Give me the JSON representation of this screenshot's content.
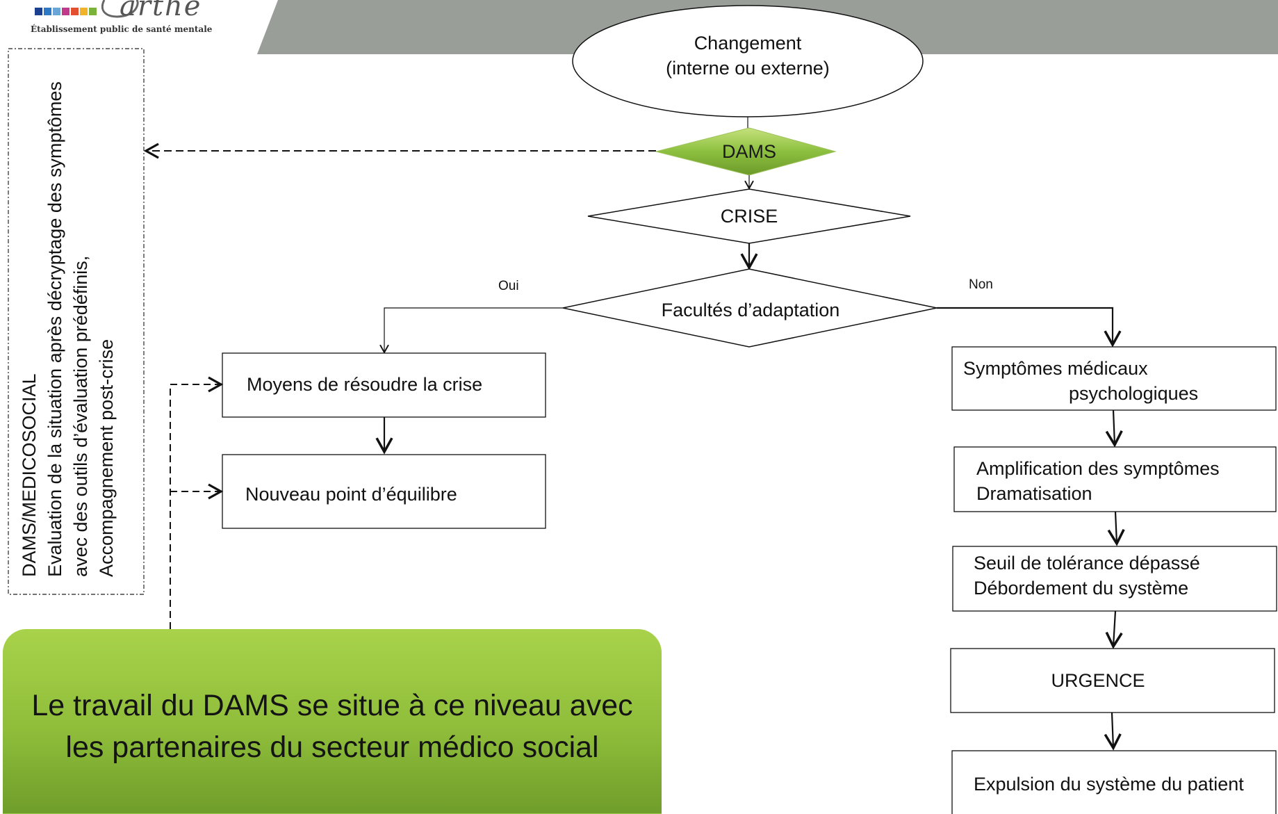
{
  "header": {
    "logo": {
      "word": "arthe",
      "tagline": "Établissement public de santé mentale"
    },
    "band_color": "#9a9e98"
  },
  "side_panel": {
    "lines": [
      "DAMS/MEDICOSOCIAL",
      "Evaluation de la situation après décryptage des symptômes",
      "avec des outils d’évaluation prédéfinis,",
      "Accompagnement post-crise"
    ]
  },
  "flow": {
    "start": {
      "line1": "Changement",
      "line2": "(interne ou externe)"
    },
    "dams": "DAMS",
    "crise": "CRISE",
    "facultes": "Facultés d’adaptation",
    "oui": "Oui",
    "non": "Non",
    "left_branch": {
      "moyens": "Moyens de résoudre la crise",
      "equilibre": "Nouveau point d’équilibre"
    },
    "right_branch": {
      "symptomes": {
        "line1": "Symptômes médicaux",
        "line2": "psychologiques"
      },
      "amplification": {
        "line1": "Amplification des symptômes",
        "line2": "Dramatisation"
      },
      "seuil": {
        "line1": "Seuil de tolérance dépassé",
        "line2": "Débordement du système"
      },
      "urgence": "URGENCE",
      "expulsion": "Expulsion du système du patient"
    }
  },
  "callout": {
    "line1": "Le travail du DAMS se situe à ce niveau avec",
    "line2": "les partenaires du secteur médico social"
  },
  "colors": {
    "dams_green": "#8cbf3f",
    "callout_green": "#9ccb45"
  }
}
